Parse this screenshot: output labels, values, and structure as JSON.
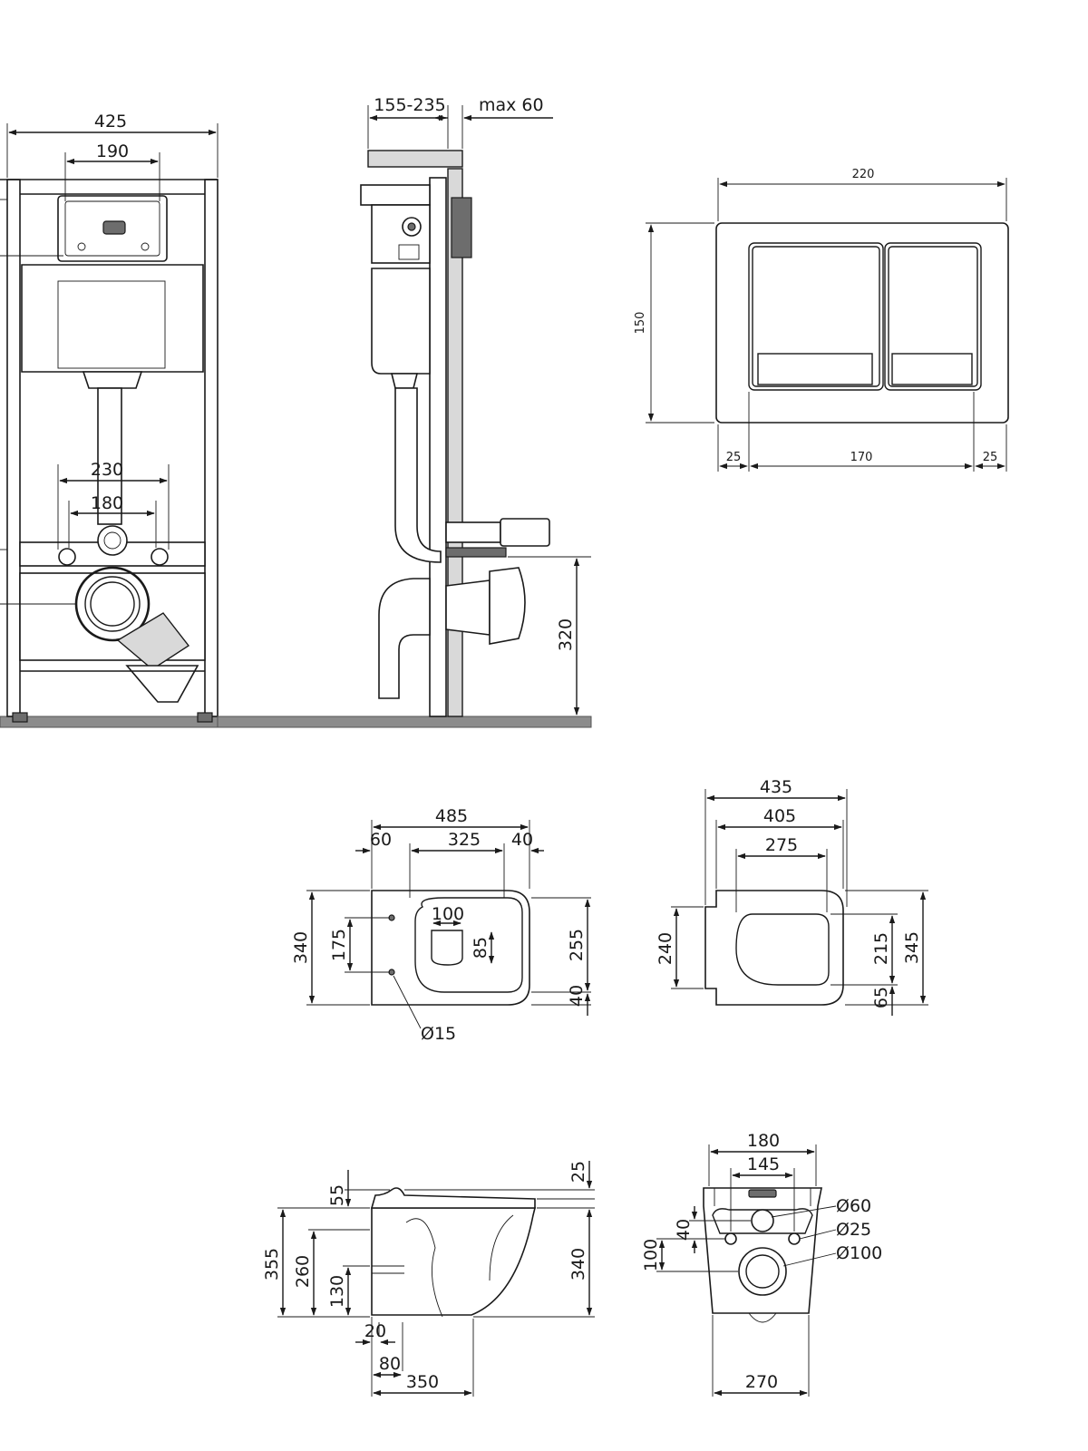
{
  "frame_front": {
    "overall_width": "425",
    "flush_plate_width": "190",
    "bolt_spacing_outer": "230",
    "bolt_spacing_inner": "180"
  },
  "frame_side": {
    "depth_range": "155-235",
    "wall_max": "max 60",
    "outlet_height": "320"
  },
  "flush_plate": {
    "width": "220",
    "height": "150",
    "margin_left": "25",
    "button_span": "170",
    "margin_right": "25"
  },
  "bowl_top": {
    "length": "485",
    "seg_left": "60",
    "seg_mid": "325",
    "seg_right": "40",
    "width": "340",
    "bolt_spacing": "175",
    "opening_width": "100",
    "opening_depth": "85",
    "inner_width": "255",
    "front_offset": "40",
    "hole_diameter": "Ø15"
  },
  "seat_top": {
    "outer": "435",
    "mid": "405",
    "inner": "275",
    "left_height": "240",
    "inner_height": "215",
    "overall_height": "345",
    "bottom_offset": "65"
  },
  "bowl_side": {
    "rim_height": "25",
    "seat_height": "55",
    "total_height": "355",
    "inlet_height": "260",
    "outlet_height": "130",
    "back_offset": "20",
    "outlet_offset": "80",
    "projection": "350",
    "body_height": "340"
  },
  "bowl_rear": {
    "top_width": "180",
    "hole_spacing": "145",
    "inlet_diameter": "Ø60",
    "bolt_diameter": "Ø25",
    "outlet_diameter": "Ø100",
    "bolt_height": "40",
    "outlet_height": "100",
    "base_width": "270"
  }
}
